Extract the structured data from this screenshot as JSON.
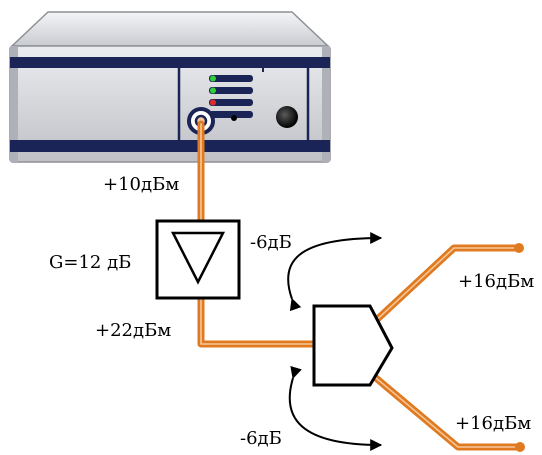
{
  "diagram": {
    "labels": {
      "generator_output": "+10дБм",
      "amplifier_gain": "G=12 дБ",
      "amplifier_output": "+22дБм",
      "upper_loss": "-6дБ",
      "lower_loss": "-6дБ",
      "upper_output": "+16дБм",
      "lower_output": "+16дБм"
    },
    "colors": {
      "cable": "#e07a20",
      "cable_core": "#f6c79a",
      "instrument_body": "#d9dade",
      "instrument_stripe": "#1b2456",
      "led_green": "#2fcf37",
      "led_red": "#e02a2a"
    },
    "icons": {
      "source": "signal-generator",
      "amplifier": "triangle-amplifier",
      "splitter": "power-divider"
    }
  }
}
